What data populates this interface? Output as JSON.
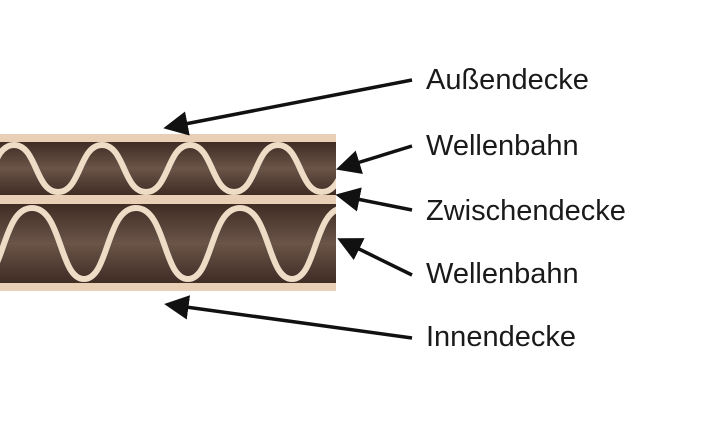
{
  "labels": {
    "outer_liner": "Außendecke",
    "flute_top": "Wellenbahn",
    "middle_liner": "Zwischendecke",
    "flute_bottom": "Wellenbahn",
    "inner_liner": "Innendecke"
  },
  "colors": {
    "liner": "#e8cfb6",
    "flute_wave": "#efdcc6",
    "board_dark": "#3f2c24",
    "board_mid": "#6b5448",
    "arrow": "#111111",
    "text": "#1a1a1a"
  },
  "icons": [
    "arrow-outer-liner-icon",
    "arrow-flute-top-icon",
    "arrow-middle-liner-icon",
    "arrow-flute-bottom-icon",
    "arrow-inner-liner-icon"
  ]
}
